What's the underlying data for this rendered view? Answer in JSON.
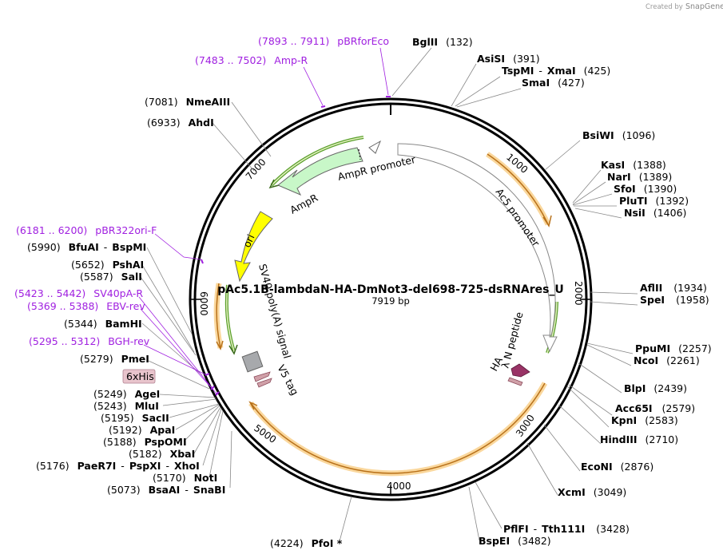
{
  "credit": {
    "prefix": "Created by",
    "brand": "SnapGene"
  },
  "plasmid": {
    "name": "pAc5.1B-lambdaN-HA-DmNot3-del698-725-dsRNAres_U",
    "length_label": "7919 bp",
    "ticks": [
      "1000",
      "2000",
      "3000",
      "4000",
      "5000",
      "6000",
      "7000"
    ]
  },
  "features": {
    "ampr_promoter": "AmpR promoter",
    "ampr": "AmpR",
    "ori": "ori",
    "ac5_promoter": "Ac5 promoter",
    "sv40_polya": "SV40 poly(A) signal",
    "v5_tag": "V5 tag",
    "ha": "HA",
    "lambda_n": "λ N peptide",
    "his_tag": "6xHis"
  },
  "sites": [
    {
      "name": "BglII",
      "pos": "(132)"
    },
    {
      "name": "AsiSI",
      "pos": "(391)"
    },
    {
      "name": "TspMI",
      "name2": "XmaI",
      "pos": "(425)"
    },
    {
      "name": "SmaI",
      "pos": "(427)"
    },
    {
      "name": "BsiWI",
      "pos": "(1096)"
    },
    {
      "name": "KasI",
      "pos": "(1388)"
    },
    {
      "name": "NarI",
      "pos": "(1389)"
    },
    {
      "name": "SfoI",
      "pos": "(1390)"
    },
    {
      "name": "PluTI",
      "pos": "(1392)"
    },
    {
      "name": "NsiI",
      "pos": "(1406)"
    },
    {
      "name": "AflII",
      "pos": "(1934)"
    },
    {
      "name": "SpeI",
      "pos": "(1958)"
    },
    {
      "name": "PpuMI",
      "pos": "(2257)"
    },
    {
      "name": "NcoI",
      "pos": "(2261)"
    },
    {
      "name": "BlpI",
      "pos": "(2439)"
    },
    {
      "name": "Acc65I",
      "pos": "(2579)"
    },
    {
      "name": "KpnI",
      "pos": "(2583)"
    },
    {
      "name": "HindIII",
      "pos": "(2710)"
    },
    {
      "name": "EcoNI",
      "pos": "(2876)"
    },
    {
      "name": "XcmI",
      "pos": "(3049)"
    },
    {
      "name": "PflFI",
      "name2": "Tth111I",
      "pos": "(3428)"
    },
    {
      "name": "BspEI",
      "pos": "(3482)"
    },
    {
      "name": "PfoI *",
      "pos": "(4224)"
    },
    {
      "name": "BsaAI",
      "name2": "SnaBI",
      "pos": "(5073)"
    },
    {
      "name": "NotI",
      "pos": "(5170)"
    },
    {
      "name": "PaeR7I",
      "name2": "PspXI",
      "name3": "XhoI",
      "pos": "(5176)"
    },
    {
      "name": "XbaI",
      "pos": "(5182)"
    },
    {
      "name": "PspOMI",
      "pos": "(5188)"
    },
    {
      "name": "ApaI",
      "pos": "(5192)"
    },
    {
      "name": "SacII",
      "pos": "(5195)"
    },
    {
      "name": "MluI",
      "pos": "(5243)"
    },
    {
      "name": "AgeI",
      "pos": "(5249)"
    },
    {
      "name": "PmeI",
      "pos": "(5279)"
    },
    {
      "name": "BamHI",
      "pos": "(5344)"
    },
    {
      "name": "SalI",
      "pos": "(5587)"
    },
    {
      "name": "PshAI",
      "pos": "(5652)"
    },
    {
      "name": "BfuAI",
      "name2": "BspMI",
      "pos": "(5990)"
    },
    {
      "name": "AhdI",
      "pos": "(6933)"
    },
    {
      "name": "NmeAIII",
      "pos": "(7081)"
    }
  ],
  "primers": [
    {
      "name": "pBRforEco",
      "pos": "(7893 .. 7911)"
    },
    {
      "name": "Amp-R",
      "pos": "(7483 .. 7502)"
    },
    {
      "name": "pBR322ori-F",
      "pos": "(6181 .. 6200)"
    },
    {
      "name": "SV40pA-R",
      "pos": "(5423 .. 5442)"
    },
    {
      "name": "EBV-rev",
      "pos": "(5369 .. 5388)"
    },
    {
      "name": "BGH-rev",
      "pos": "(5295 .. 5312)"
    }
  ],
  "colors": {
    "backbone": "#000000",
    "amp_arrow": "#c8f7c8",
    "ori": "#ffff00",
    "arc_orange": "#f5a623",
    "arc_green": "#5aa02c",
    "primer": "#a020e0",
    "polya": "#a7a9ac",
    "tag": "#d0a0a8",
    "ha": "#993366"
  }
}
